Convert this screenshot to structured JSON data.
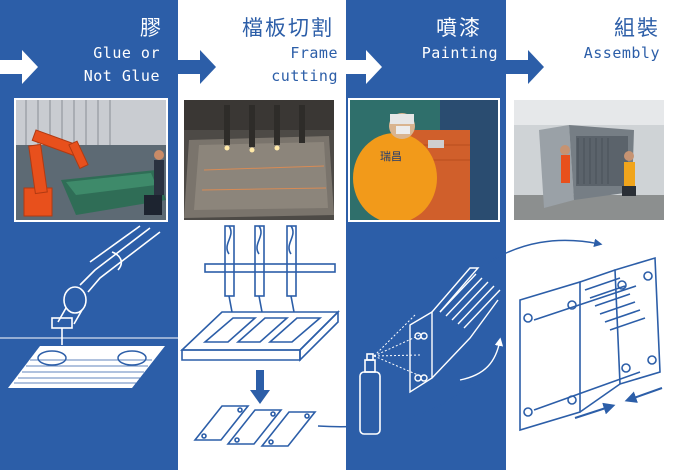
{
  "steps": [
    {
      "zh": "膠",
      "en": "Glue or\nNot Glue"
    },
    {
      "zh": "檔板切割",
      "en": "Frame\ncutting"
    },
    {
      "zh": "噴漆",
      "en": "Painting"
    },
    {
      "zh": "組裝",
      "en": "Assembly"
    }
  ],
  "photo_labels": {
    "painting_worker_shirt": "瑞昌"
  },
  "colors": {
    "brand_blue": "#2c5ea8",
    "line_white": "#ffffff",
    "robot_orange": "#e8501c",
    "shirt_orange": "#f29a1a"
  },
  "icons": [
    "flow-arrow-icon",
    "robot-arm-icon",
    "cutting-torch-icon",
    "spray-can-icon",
    "heat-exchanger-icon"
  ]
}
